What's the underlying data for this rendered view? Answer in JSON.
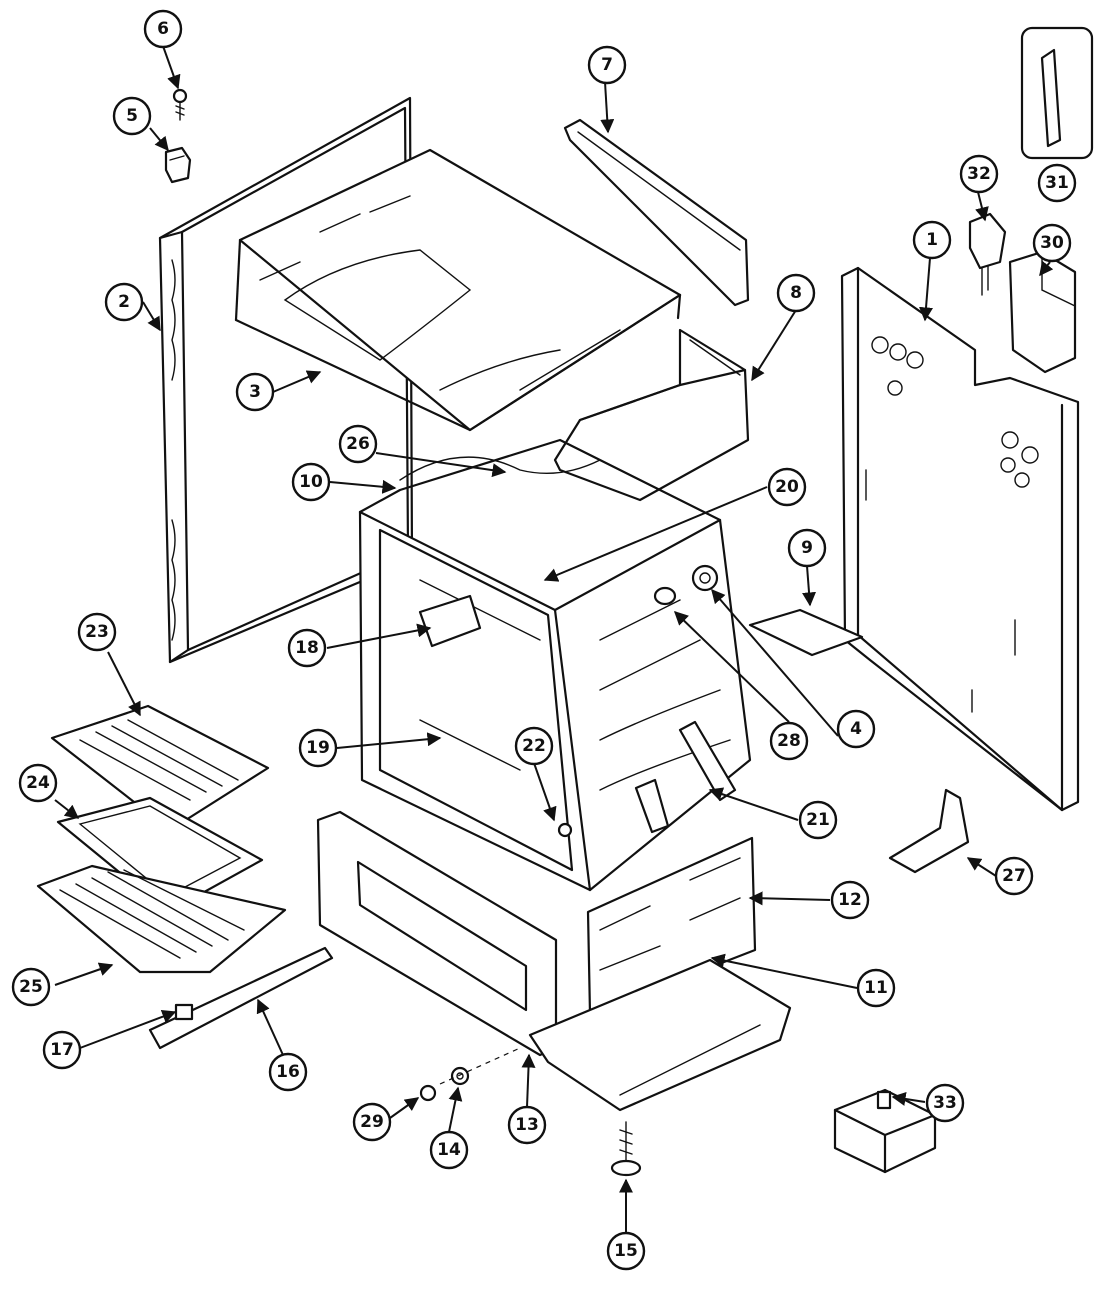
{
  "callouts": [
    "1",
    "2",
    "3",
    "4",
    "5",
    "6",
    "7",
    "8",
    "9",
    "10",
    "11",
    "12",
    "13",
    "14",
    "15",
    "16",
    "17",
    "18",
    "19",
    "20",
    "21",
    "22",
    "23",
    "24",
    "25",
    "26",
    "27",
    "28",
    "29",
    "30",
    "31",
    "32",
    "33"
  ],
  "colors": {
    "line": "#111111",
    "background": "#ffffff"
  }
}
